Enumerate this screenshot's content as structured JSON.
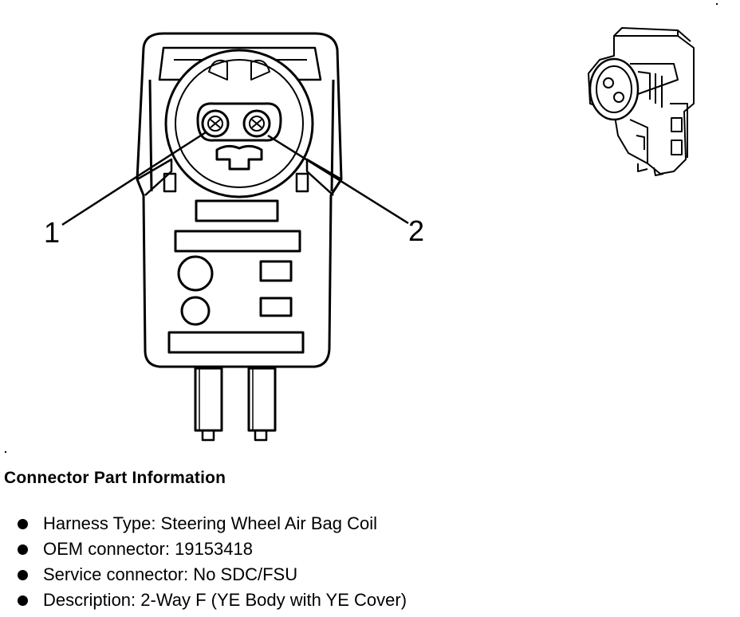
{
  "diagram": {
    "callouts": [
      "1",
      "2"
    ]
  },
  "section": {
    "title": "Connector Part Information"
  },
  "items": [
    "Harness Type: Steering Wheel Air Bag Coil",
    "OEM connector: 19153418",
    "Service connector: No SDC/FSU",
    "Description: 2-Way F (YE Body with YE Cover)"
  ]
}
